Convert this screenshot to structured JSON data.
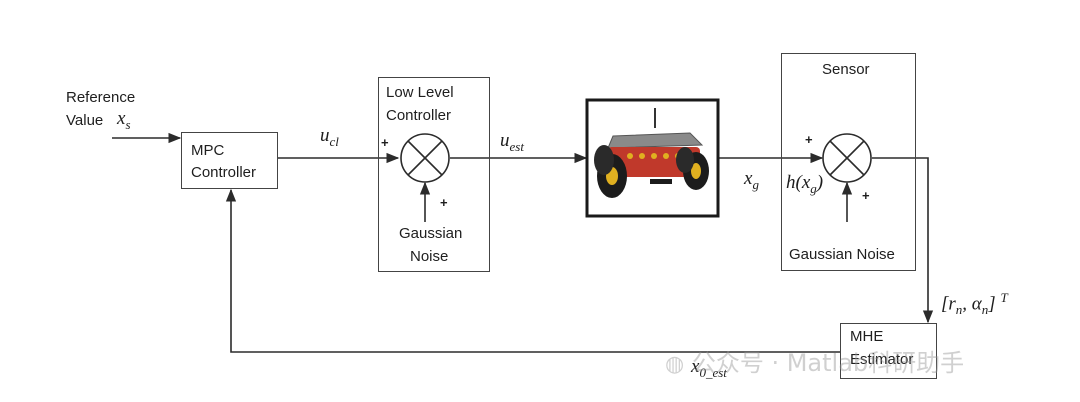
{
  "reference": {
    "line1": "Reference",
    "line2": "Value",
    "symbol": "x",
    "sub": "s"
  },
  "mpc": {
    "line1": "MPC",
    "line2": "Controller"
  },
  "low_level": {
    "line1": "Low Level",
    "line2": "Controller"
  },
  "noise1": {
    "line1": "Gaussian",
    "line2": "Noise"
  },
  "sensor": {
    "title": "Sensor",
    "noise": "Gaussian Noise"
  },
  "mhe": {
    "line1": "MHE",
    "line2": "Estimator"
  },
  "signals": {
    "u_cl": {
      "sym": "u",
      "sub": "cl"
    },
    "u_est": {
      "sym": "u",
      "sub": "est"
    },
    "x_g": {
      "sym": "x",
      "sub": "g"
    },
    "h_xg": {
      "pre": "h(x",
      "sub": "g",
      "post": ")"
    },
    "measure": {
      "text": "[r",
      "sub1": "n",
      "mid": ", α",
      "sub2": "n",
      "end": "]",
      "sup": "T"
    },
    "x0_est": {
      "sym": "x",
      "sub": "0_est"
    }
  },
  "signs": {
    "plus": "+"
  },
  "watermark": "公众号 · Matlab科研助手",
  "colors": {
    "line": "#2b2b2b",
    "robot_body": "#c0392b",
    "robot_top": "#8a8a8a",
    "tire": "#1c1c1c",
    "hub": "#e0b020"
  }
}
